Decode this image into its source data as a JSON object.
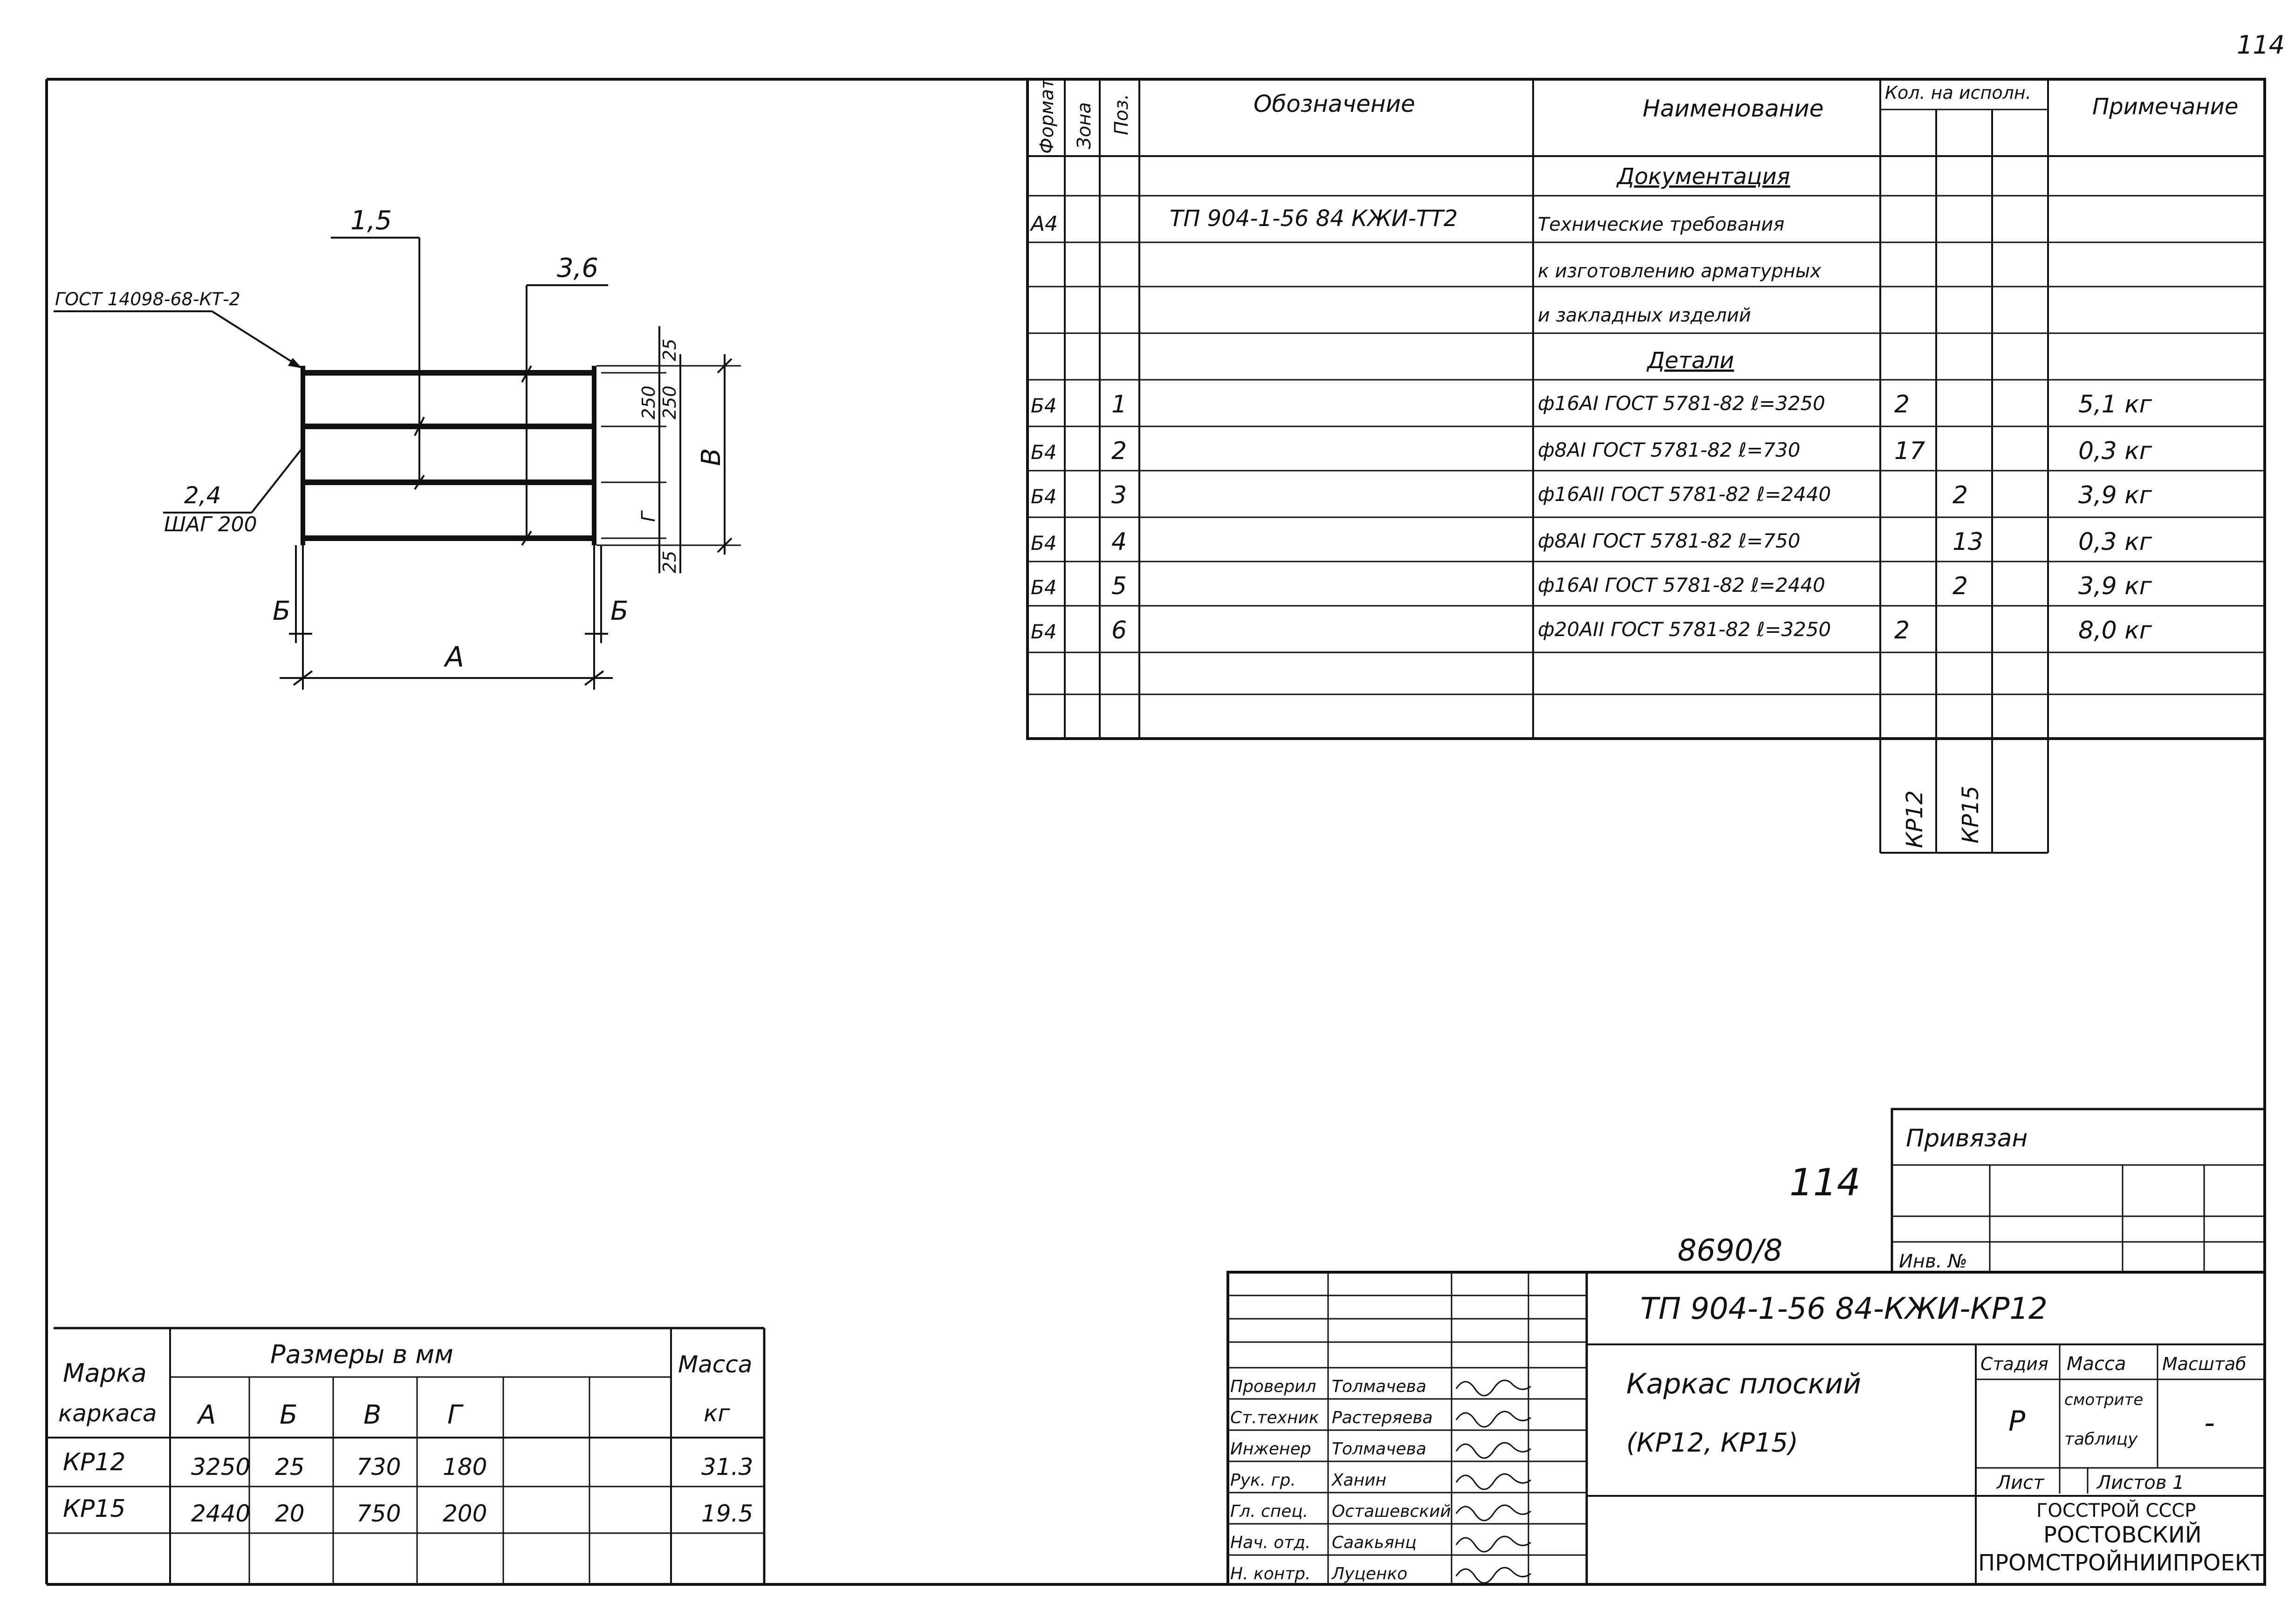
{
  "page_number": "114",
  "drawing": {
    "label_gost": "ГОСТ 14098-68-КТ-2",
    "label_top": "1,5",
    "label_top_right": "3,6",
    "label_side_pos": "2,4",
    "label_side_step": "ШАГ 200",
    "dim_b_left": "Б",
    "dim_b_right": "Б",
    "dim_a": "А",
    "dim_v": "В",
    "dim_g": "Г",
    "dim_25_top": "25",
    "dim_250_a": "250",
    "dim_250_b": "250",
    "dim_25_bottom": "25"
  },
  "spec": {
    "headers": {
      "format": "Формат",
      "zone": "Зона",
      "pos": "Поз.",
      "designation": "Обозначение",
      "name": "Наименование",
      "qty": "Кол. на исполн.",
      "note": "Примечание"
    },
    "section_docs": "Документация",
    "section_details": "Детали",
    "doc_rows": [
      {
        "format": "А4",
        "designation": "ТП 904-1-56 84 КЖИ-ТТ2",
        "name": "Технические требования"
      },
      {
        "format": "",
        "designation": "",
        "name": "к изготовлению арматурных"
      },
      {
        "format": "",
        "designation": "",
        "name": "и закладных изделий"
      }
    ],
    "detail_rows": [
      {
        "format": "Б4",
        "pos": "1",
        "name": "ф16АI ГОСТ 5781-82 ℓ=3250",
        "q1": "2",
        "q2": "",
        "note": "5,1 кг"
      },
      {
        "format": "Б4",
        "pos": "2",
        "name": "ф8АI ГОСТ 5781-82 ℓ=730",
        "q1": "17",
        "q2": "",
        "note": "0,3 кг"
      },
      {
        "format": "Б4",
        "pos": "3",
        "name": "ф16АII ГОСТ 5781-82 ℓ=2440",
        "q1": "",
        "q2": "2",
        "note": "3,9 кг"
      },
      {
        "format": "Б4",
        "pos": "4",
        "name": "ф8АI ГОСТ 5781-82 ℓ=750",
        "q1": "",
        "q2": "13",
        "note": "0,3 кг"
      },
      {
        "format": "Б4",
        "pos": "5",
        "name": "ф16АI ГОСТ 5781-82 ℓ=2440",
        "q1": "",
        "q2": "2",
        "note": "3,9 кг"
      },
      {
        "format": "Б4",
        "pos": "6",
        "name": "ф20АII ГОСТ 5781-82 ℓ=3250",
        "q1": "2",
        "q2": "",
        "note": "8,0 кг"
      }
    ],
    "variant_1": "КР12",
    "variant_2": "КР15"
  },
  "sizes_table": {
    "col_mark_1": "Марка",
    "col_mark_2": "каркаса",
    "col_sizes": "Размеры в мм",
    "col_mass_1": "Масса",
    "col_mass_2": "кг",
    "sub_a": "А",
    "sub_b": "Б",
    "sub_v": "В",
    "sub_g": "Г",
    "rows": [
      {
        "mark": "КР12",
        "a": "3250",
        "b": "25",
        "v": "730",
        "g": "180",
        "mass": "31.3"
      },
      {
        "mark": "КР15",
        "a": "2440",
        "b": "20",
        "v": "750",
        "g": "200",
        "mass": "19.5"
      }
    ]
  },
  "handwritten": {
    "number_114": "114",
    "number_8690": "8690/8"
  },
  "binding": {
    "title": "Привязан",
    "inv_no": "Инв. №"
  },
  "title_block": {
    "doc_code": "ТП 904-1-56 84-КЖИ-КР12",
    "title_line1": "Каркас плоский",
    "title_line2": "(КР12, КР15)",
    "stage_label": "Стадия",
    "mass_label": "Масса",
    "scale_label": "Масштаб",
    "stage_value": "Р",
    "mass_value_1": "смотрите",
    "mass_value_2": "таблицу",
    "scale_value": "-",
    "sheet_label": "Лист",
    "sheets_label": "Листов 1",
    "org_1": "ГОССТРОЙ СССР",
    "org_2": "РОСТОВСКИЙ",
    "org_3": "ПРОМСТРОЙНИИПРОЕКТ",
    "staff": [
      {
        "role": "Проверил",
        "name": "Толмачева"
      },
      {
        "role": "Ст.техник",
        "name": "Растеряева"
      },
      {
        "role": "Инженер",
        "name": "Толмачева"
      },
      {
        "role": "Рук. гр.",
        "name": "Ханин"
      },
      {
        "role": "Гл. спец.",
        "name": "Осташевский"
      },
      {
        "role": "Нач. отд.",
        "name": "Саакьянц"
      },
      {
        "role": "Н. контр.",
        "name": "Луценко"
      }
    ]
  }
}
